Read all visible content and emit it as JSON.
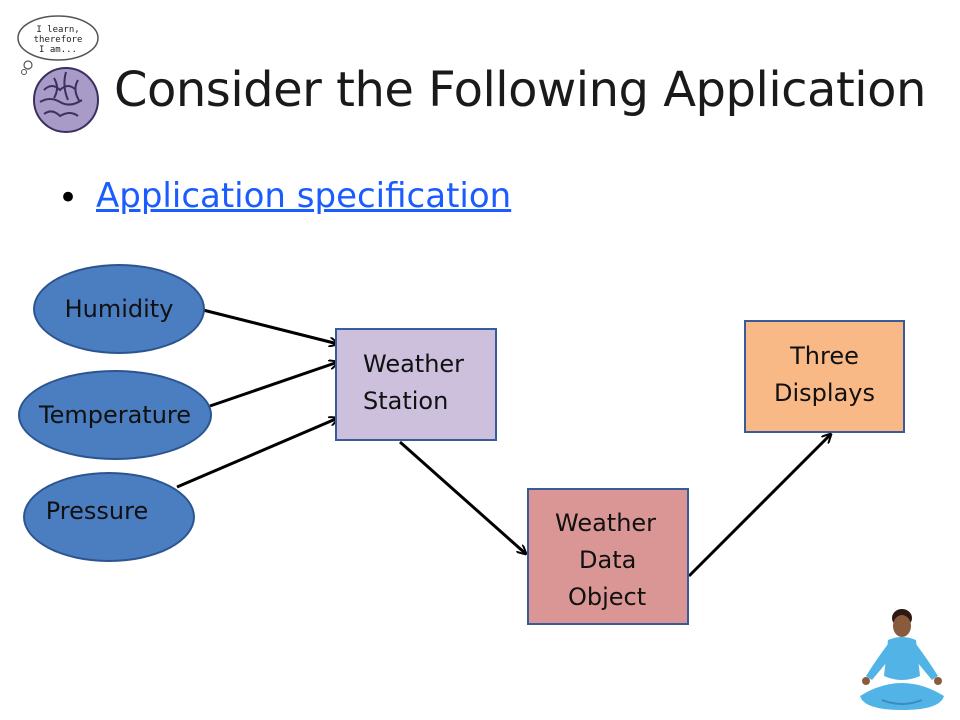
{
  "slide": {
    "title": "Consider the Following Application",
    "bullet": "Application specification",
    "logo_text": "I learn, therefore I am..."
  },
  "diagram": {
    "inputs": [
      {
        "label": "Humidity"
      },
      {
        "label": "Temperature"
      },
      {
        "label": "Pressure"
      }
    ],
    "station": {
      "line1": "Weather",
      "line2": "Station"
    },
    "data_object": {
      "line1": "Weather",
      "line2": "Data",
      "line3": "Object"
    },
    "displays": {
      "line1": "Three",
      "line2": "Displays"
    }
  },
  "colors": {
    "ellipse_fill": "#4a7ec0",
    "station_fill": "#ccc0dd",
    "data_object_fill": "#d99694",
    "displays_fill": "#f9b987",
    "link": "#1a5cff"
  },
  "icons": [
    "brain-thought-icon",
    "meditating-person-icon"
  ]
}
